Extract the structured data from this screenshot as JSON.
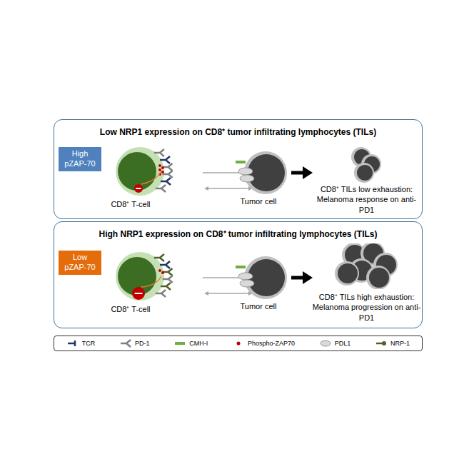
{
  "diagram": {
    "nodes": [
      {
        "text": [
          "Low NRP1 expression on CD8⁺ tumor infiltrating lymphocytes (TILs)"
        ]
      },
      {
        "text": [
          "High pZAP-70"
        ],
        "in": 0
      },
      {
        "text": [
          "CD8⁺ T-cell"
        ],
        "in": 0
      },
      {
        "text": [
          "Tumor cell"
        ],
        "in": 0
      },
      {
        "text": [
          "CD8⁺ TILs low exhaustion: Melanoma response on anti-PD1"
        ],
        "in": 0
      },
      {
        "text": [
          "High NRP1 expression on CD8⁺ tumor infiltrating lymphocytes (TILs)"
        ]
      },
      {
        "text": [
          "Low pZAP-70"
        ],
        "in": 5
      },
      {
        "text": [
          "CD8⁺ T-cell"
        ],
        "in": 5
      },
      {
        "text": [
          "Tumor cell"
        ],
        "in": 5
      },
      {
        "text": [
          "CD8⁺ TILs high exhaustion: Melanoma progression on anti-PD1"
        ],
        "in": 5
      }
    ],
    "edges": [
      {
        "from": 3,
        "to": 4,
        "arrow": "to"
      },
      {
        "from": 8,
        "to": 9,
        "arrow": "to"
      }
    ],
    "legend": [
      {
        "text": "TCR"
      },
      {
        "text": "PD-1"
      },
      {
        "text": "CMH-I"
      },
      {
        "text": "Phospho-ZAP70"
      },
      {
        "text": "PDL1"
      },
      {
        "text": "NRP-1"
      }
    ]
  }
}
